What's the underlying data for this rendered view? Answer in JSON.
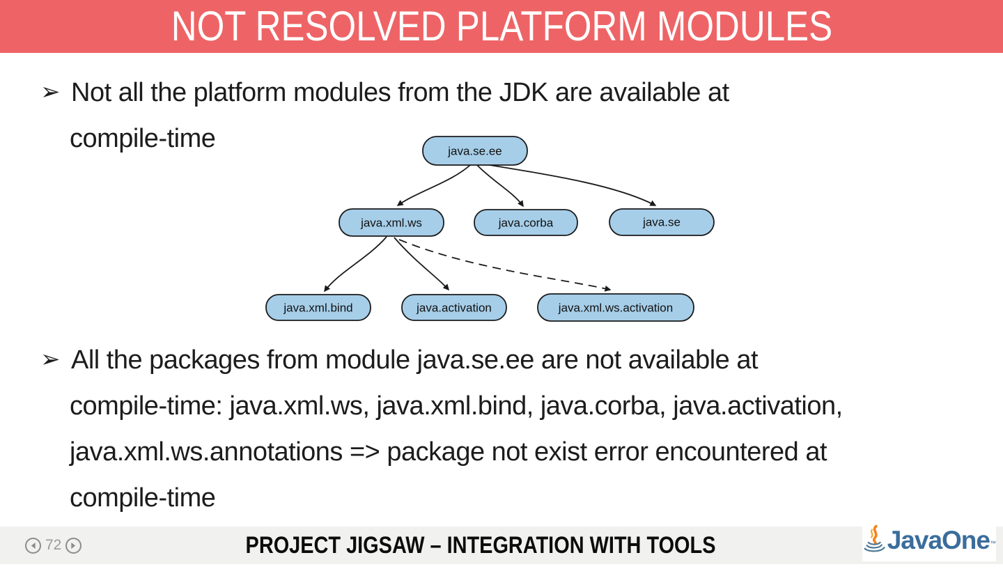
{
  "header": {
    "title": "NOT RESOLVED PLATFORM MODULES",
    "background_color": "#EE6466"
  },
  "bullets": [
    {
      "marker": "➢",
      "lines": [
        "Not all the platform modules from the JDK are available at",
        "compile-time"
      ]
    },
    {
      "marker": "➢",
      "lines": [
        "All the packages from module java.se.ee are not available at",
        "compile-time: java.xml.ws, java.xml.bind, java.corba, java.activation,",
        "java.xml.ws.annotations => package not exist error encountered at",
        "compile-time"
      ]
    }
  ],
  "diagram": {
    "type": "module-dependency-tree",
    "node_fill": "#A6CEE9",
    "node_border": "#1A1A1A",
    "nodes": [
      {
        "label": "java.se.ee"
      },
      {
        "label": "java.xml.ws"
      },
      {
        "label": "java.corba"
      },
      {
        "label": "java.se"
      },
      {
        "label": "java.xml.bind"
      },
      {
        "label": "java.activation"
      },
      {
        "label": "java.xml.ws.activation"
      }
    ],
    "edges": [
      {
        "from": "java.se.ee",
        "to": "java.xml.ws",
        "style": "solid"
      },
      {
        "from": "java.se.ee",
        "to": "java.corba",
        "style": "solid"
      },
      {
        "from": "java.se.ee",
        "to": "java.se",
        "style": "solid"
      },
      {
        "from": "java.xml.ws",
        "to": "java.xml.bind",
        "style": "solid"
      },
      {
        "from": "java.xml.ws",
        "to": "java.activation",
        "style": "solid"
      },
      {
        "from": "java.xml.ws",
        "to": "java.xml.ws.activation",
        "style": "dashed"
      }
    ]
  },
  "footer": {
    "page_number": "72",
    "title": "PROJECT JIGSAW – INTEGRATION WITH TOOLS",
    "logo_text": "JavaOne",
    "logo_tm": "™",
    "logo_color": "#3A6D9C",
    "flame_color": "#F58220"
  }
}
